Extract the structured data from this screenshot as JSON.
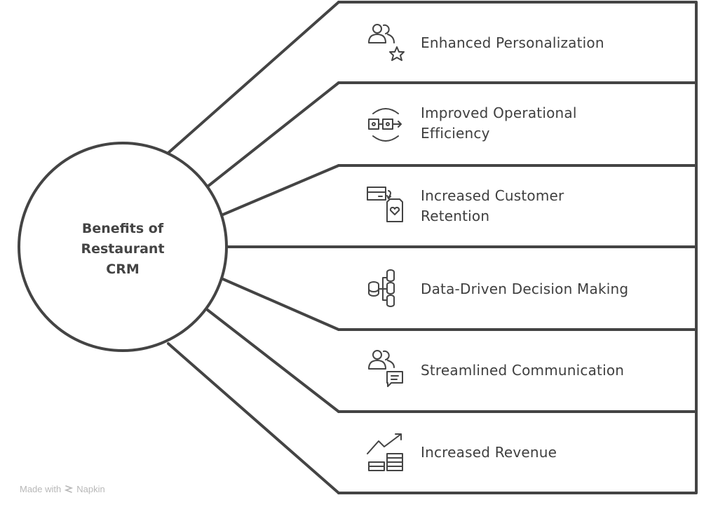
{
  "hub": {
    "title_lines": [
      "Benefits of",
      "Restaurant",
      "CRM"
    ]
  },
  "items": [
    {
      "label": "Enhanced Personalization",
      "icon": "users-star-icon"
    },
    {
      "label": "Improved Operational\nEfficiency",
      "icon": "process-cycle-icon"
    },
    {
      "label": "Increased Customer\nRetention",
      "icon": "card-to-heart-icon"
    },
    {
      "label": "Data-Driven Decision Making",
      "icon": "database-branch-icon"
    },
    {
      "label": "Streamlined Communication",
      "icon": "users-chat-icon"
    },
    {
      "label": "Increased Revenue",
      "icon": "growth-coins-icon"
    }
  ],
  "footer": {
    "prefix": "Made with",
    "brand": "Napkin"
  },
  "colors": {
    "stroke": "#444444",
    "text": "#3f3f3f",
    "footer": "#b8b8b8"
  }
}
